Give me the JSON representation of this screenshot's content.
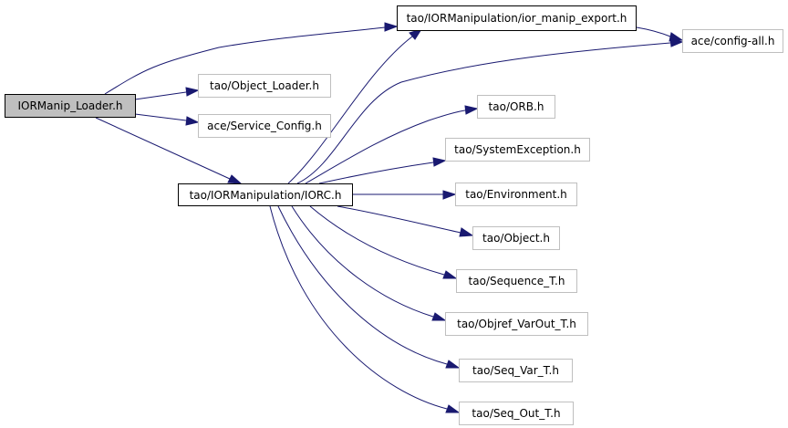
{
  "nodes": {
    "root": "IORManip_Loader.h",
    "ior_manip_export": "tao/IORManipulation/ior_manip_export.h",
    "config_all": "ace/config-all.h",
    "object_loader": "tao/Object_Loader.h",
    "service_config": "ace/Service_Config.h",
    "iorc": "tao/IORManipulation/IORC.h",
    "orb": "tao/ORB.h",
    "system_exception": "tao/SystemException.h",
    "environment": "tao/Environment.h",
    "object": "tao/Object.h",
    "sequence_t": "tao/Sequence_T.h",
    "objref_varout_t": "tao/Objref_VarOut_T.h",
    "seq_var_t": "tao/Seq_Var_T.h",
    "seq_out_t": "tao/Seq_Out_T.h"
  },
  "colors": {
    "edge": "#191970",
    "root_fill": "#bfbfbf",
    "documented_border": "#000000",
    "undocumented_border": "#bfbfbf"
  }
}
